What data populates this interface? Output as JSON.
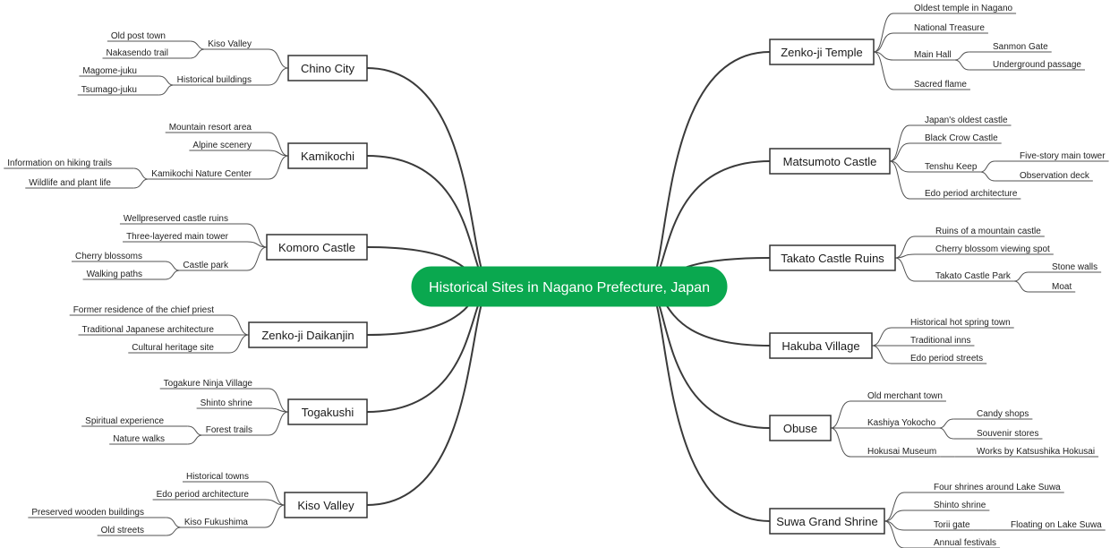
{
  "central_topic": {
    "label": "Historical Sites in Nagano Prefecture, Japan",
    "color": "#0aa84f"
  },
  "left_branches": [
    {
      "label": "Chino City",
      "children": [
        {
          "label": "Kiso Valley",
          "children": [
            {
              "label": "Old post town"
            },
            {
              "label": "Nakasendo trail"
            }
          ]
        },
        {
          "label": "Historical buildings",
          "children": [
            {
              "label": "Magome-juku"
            },
            {
              "label": "Tsumago-juku"
            }
          ]
        }
      ]
    },
    {
      "label": "Kamikochi",
      "children": [
        {
          "label": "Mountain resort area"
        },
        {
          "label": "Alpine scenery"
        },
        {
          "label": "Kamikochi Nature Center",
          "children": [
            {
              "label": "Information on hiking trails"
            },
            {
              "label": "Wildlife and plant life"
            }
          ]
        }
      ]
    },
    {
      "label": "Komoro Castle",
      "children": [
        {
          "label": "Wellpreserved castle ruins"
        },
        {
          "label": "Three-layered main tower"
        },
        {
          "label": "Castle park",
          "children": [
            {
              "label": "Cherry blossoms"
            },
            {
              "label": "Walking paths"
            }
          ]
        }
      ]
    },
    {
      "label": "Zenko-ji Daikanjin",
      "children": [
        {
          "label": "Former residence of the chief priest"
        },
        {
          "label": "Traditional Japanese architecture"
        },
        {
          "label": "Cultural heritage site"
        }
      ]
    },
    {
      "label": "Togakushi",
      "children": [
        {
          "label": "Togakure Ninja Village"
        },
        {
          "label": "Shinto shrine"
        },
        {
          "label": "Forest trails",
          "children": [
            {
              "label": "Spiritual experience"
            },
            {
              "label": "Nature walks"
            }
          ]
        }
      ]
    },
    {
      "label": "Kiso Valley",
      "children": [
        {
          "label": "Historical towns"
        },
        {
          "label": "Edo period architecture"
        },
        {
          "label": "Kiso Fukushima",
          "children": [
            {
              "label": "Preserved wooden buildings"
            },
            {
              "label": "Old streets"
            }
          ]
        }
      ]
    }
  ],
  "right_branches": [
    {
      "label": "Zenko-ji Temple",
      "children": [
        {
          "label": "Oldest temple in Nagano"
        },
        {
          "label": "National Treasure"
        },
        {
          "label": "Main Hall",
          "children": [
            {
              "label": "Sanmon Gate"
            },
            {
              "label": "Underground passage"
            }
          ]
        },
        {
          "label": "Sacred flame"
        }
      ]
    },
    {
      "label": "Matsumoto Castle",
      "children": [
        {
          "label": "Japan's oldest castle"
        },
        {
          "label": "Black Crow Castle"
        },
        {
          "label": "Tenshu Keep",
          "children": [
            {
              "label": "Five-story main tower"
            },
            {
              "label": "Observation deck"
            }
          ]
        },
        {
          "label": "Edo period architecture"
        }
      ]
    },
    {
      "label": "Takato Castle Ruins",
      "children": [
        {
          "label": "Ruins of a mountain castle"
        },
        {
          "label": "Cherry blossom viewing spot"
        },
        {
          "label": "Takato Castle Park",
          "children": [
            {
              "label": "Stone walls"
            },
            {
              "label": "Moat"
            }
          ]
        }
      ]
    },
    {
      "label": "Hakuba Village",
      "children": [
        {
          "label": "Historical hot spring town"
        },
        {
          "label": "Traditional inns"
        },
        {
          "label": "Edo period streets"
        }
      ]
    },
    {
      "label": "Obuse",
      "children": [
        {
          "label": "Old merchant town"
        },
        {
          "label": "Kashiya Yokocho",
          "children": [
            {
              "label": "Candy shops"
            },
            {
              "label": "Souvenir stores"
            }
          ]
        },
        {
          "label": "Hokusai Museum",
          "children": [
            {
              "label": "Works by Katsushika Hokusai"
            }
          ]
        }
      ]
    },
    {
      "label": "Suwa Grand Shrine",
      "children": [
        {
          "label": "Four shrines around Lake Suwa"
        },
        {
          "label": "Shinto shrine"
        },
        {
          "label": "Torii gate",
          "children": [
            {
              "label": "Floating on Lake Suwa"
            }
          ]
        },
        {
          "label": "Annual festivals"
        }
      ]
    }
  ]
}
